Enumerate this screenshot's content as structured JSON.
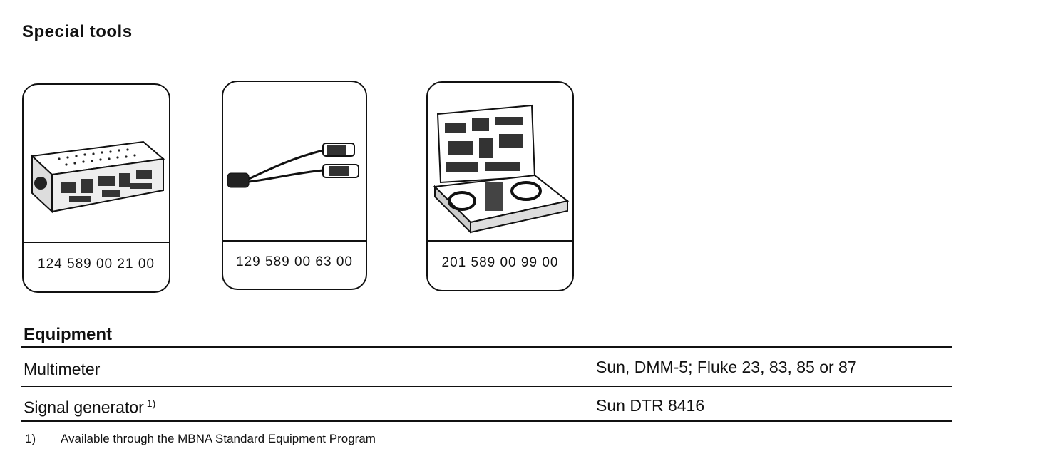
{
  "special_tools": {
    "title": "Special tools",
    "tools": [
      {
        "part_number": "124 589 00 21 00",
        "icon": "test-box-adapter-icon"
      },
      {
        "part_number": "129 589 00 63 00",
        "icon": "y-cable-adapter-icon"
      },
      {
        "part_number": "201 589 00 99 00",
        "icon": "tool-case-icon"
      }
    ]
  },
  "equipment": {
    "title": "Equipment",
    "rows": [
      {
        "label": "Multimeter",
        "footnote_ref": "",
        "value": "Sun, DMM-5; Fluke 23, 83, 85 or 87"
      },
      {
        "label": "Signal generator",
        "footnote_ref": "1)",
        "value": "Sun DTR 8416"
      }
    ],
    "footnote": {
      "mark": "1)",
      "text": "Available through the MBNA Standard Equipment Program"
    }
  }
}
